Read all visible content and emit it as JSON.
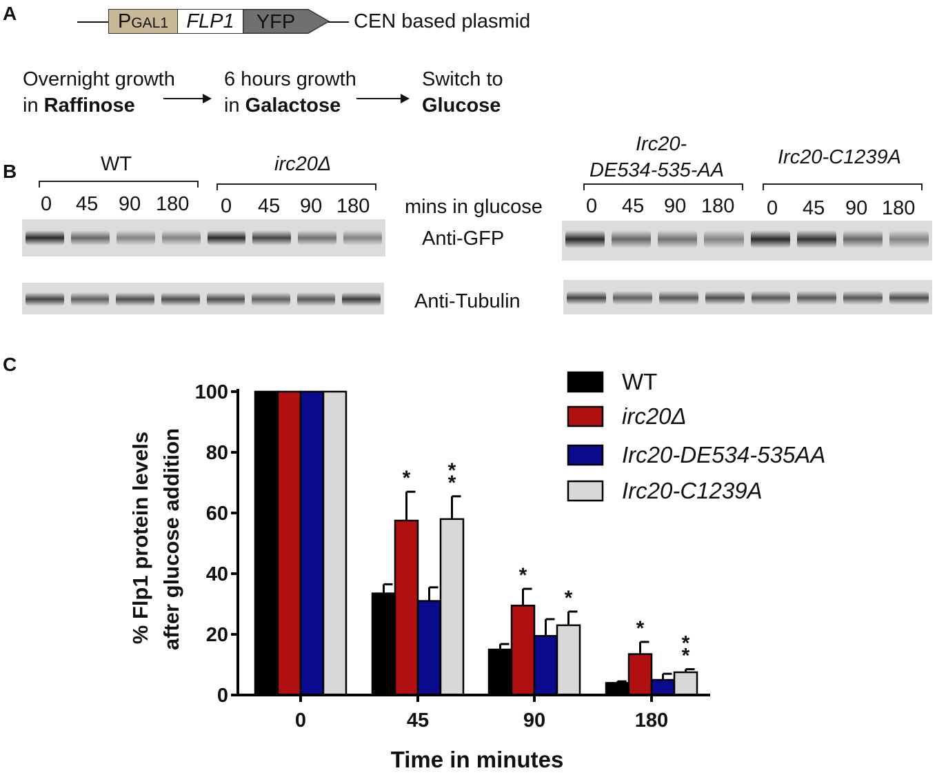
{
  "panels": {
    "a": "A",
    "b": "B",
    "c": "C"
  },
  "construct": {
    "promoter_main": "P",
    "promoter_sub": "GAL1",
    "gene": "FLP1",
    "tag": "YFP",
    "plasmid_label": "CEN based plasmid",
    "colors": {
      "promoter": "#c9b896",
      "gene": "#ffffff",
      "tag": "#707070"
    }
  },
  "workflow": {
    "step1_line1": "Overnight growth",
    "step1_line2_pre": "in ",
    "step1_line2_bold": "Raffinose",
    "step2_line1": "6 hours growth",
    "step2_line2_pre": "in ",
    "step2_line2_bold": "Galactose",
    "step3_line1": "Switch to",
    "step3_line2_bold": "Glucose"
  },
  "blot": {
    "group_wt": "WT",
    "group_irc20": "irc20Δ",
    "group_de_line1": "Irc20-",
    "group_de_line2": "DE534-535-AA",
    "group_c1239": "Irc20-C1239A",
    "timepoints": [
      "0",
      "45",
      "90",
      "180"
    ],
    "mins_label": "mins in glucose",
    "anti_gfp": "Anti-GFP",
    "anti_tubulin": "Anti-Tubulin",
    "gfp_intensity_left": [
      1.0,
      0.65,
      0.5,
      0.5,
      1.0,
      0.85,
      0.6,
      0.5
    ],
    "gfp_intensity_right": [
      1.0,
      0.65,
      0.6,
      0.5,
      1.0,
      0.95,
      0.65,
      0.5
    ],
    "tubulin_intensity_left": [
      0.85,
      0.7,
      0.8,
      0.8,
      0.8,
      0.7,
      0.75,
      0.9
    ],
    "tubulin_intensity_right": [
      0.85,
      0.7,
      0.75,
      0.8,
      0.75,
      0.75,
      0.75,
      0.8
    ]
  },
  "chart_data": {
    "type": "bar",
    "xlabel": "Time in minutes",
    "ylabel_line1": "% Flp1 protein levels",
    "ylabel_line2": "after glucose addition",
    "ylim": [
      0,
      100
    ],
    "yticks": [
      "0",
      "20",
      "40",
      "60",
      "80",
      "100"
    ],
    "categories": [
      "0",
      "45",
      "90",
      "180"
    ],
    "legend_position": "top-right",
    "grid": false,
    "series": [
      {
        "name": "WT",
        "color": "#000000",
        "values": [
          100,
          33.5,
          15,
          4
        ],
        "errors": [
          0,
          3,
          1.8,
          0.5
        ],
        "stars": [
          "",
          "",
          "",
          ""
        ]
      },
      {
        "name": "irc20Δ",
        "color": "#b01010",
        "values": [
          100,
          57.5,
          29.5,
          13.5
        ],
        "errors": [
          0,
          9.5,
          5.5,
          4
        ],
        "stars": [
          "",
          "*",
          "*",
          "*"
        ]
      },
      {
        "name": "Irc20-DE534-535AA",
        "color": "#0a0a8c",
        "values": [
          100,
          31,
          19.5,
          5
        ],
        "errors": [
          0,
          4.5,
          5.5,
          2
        ],
        "stars": [
          "",
          "",
          "",
          ""
        ]
      },
      {
        "name": "Irc20-C1239A",
        "color": "#d8d8d8",
        "values": [
          100,
          58,
          23,
          7.5
        ],
        "errors": [
          0,
          7.5,
          4.5,
          1
        ],
        "stars": [
          "",
          "**",
          "*",
          "**"
        ]
      }
    ]
  }
}
